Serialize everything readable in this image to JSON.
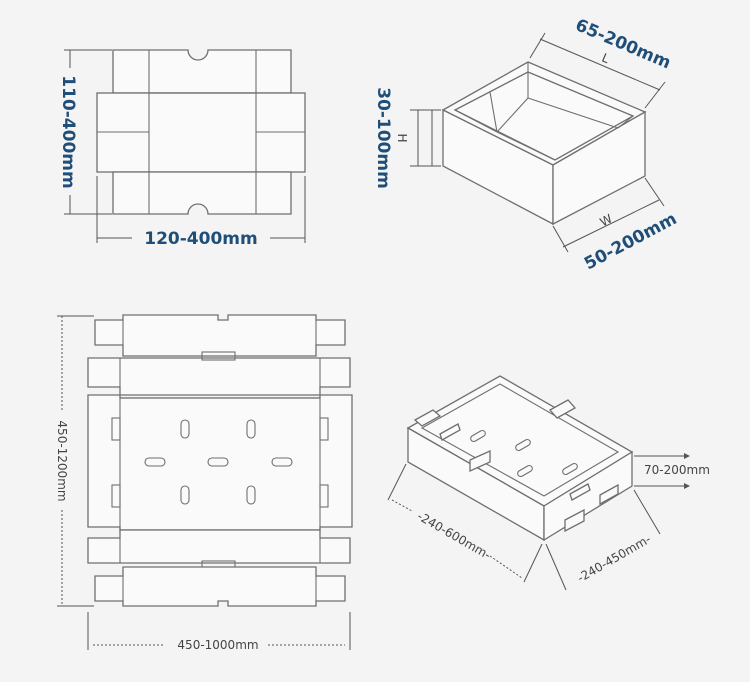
{
  "fig1": {
    "height_range": "110-400mm",
    "width_range": "120-400mm"
  },
  "fig2": {
    "length_range": "65-200mm",
    "width_range": "50-200mm",
    "height_range": "30-100mm",
    "length_symbol": "L",
    "width_symbol": "W",
    "height_symbol": "H"
  },
  "fig3": {
    "height_range": "450-1200mm",
    "width_range": "450-1000mm"
  },
  "fig4": {
    "height_range": "70-200mm",
    "length_range": "-240-600mm-",
    "width_range": "-240-450mm-"
  }
}
